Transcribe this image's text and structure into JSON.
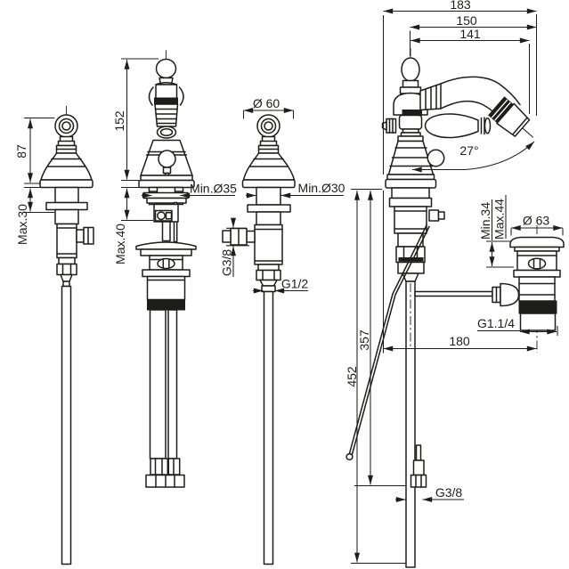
{
  "meta": {
    "type": "technical-dimension-drawing",
    "subject": "bidet mixer faucet with pop-up waste",
    "ink_color": "#1d1d1b",
    "background_color": "#ffffff"
  },
  "views": {
    "side_valve_front": {
      "dims": {
        "height": "87",
        "max_deck": "Max.30"
      }
    },
    "mixer_front": {
      "dims": {
        "height": "152",
        "max_deck": "Max.40",
        "min_hole": "Min.Ø35"
      }
    },
    "side_valve_profile": {
      "dims": {
        "handle_diameter": "Ø 60",
        "min_hole": "Min.Ø30",
        "side_port_thread": "G3/8",
        "supply_thread": "G1/2"
      }
    },
    "mixer_profile": {
      "dims": {
        "total_depth": "183",
        "spout_reach": "150",
        "aerator_reach": "141",
        "spray_angle": "27°",
        "waste_clamp_min": "Min.34",
        "waste_clamp_max": "Max.44",
        "waste_flange_diameter": "Ø 63",
        "waste_thread": "G1.1/4",
        "waste_offset": "180",
        "hose_connection_drop": "357",
        "supply_pipe_drop": "452",
        "supply_thread": "G3/8"
      }
    }
  }
}
